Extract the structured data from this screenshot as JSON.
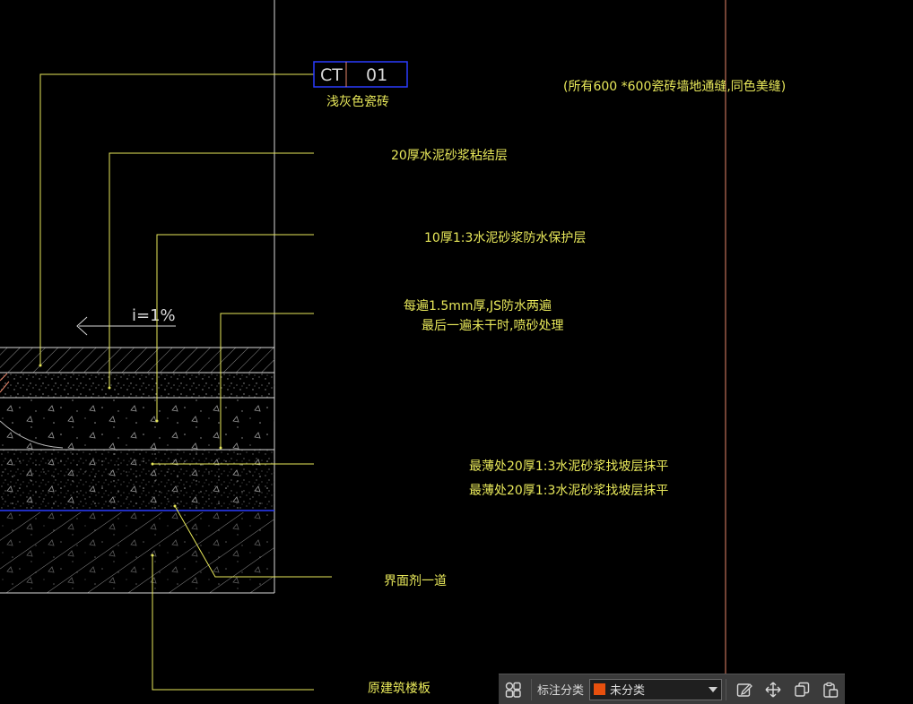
{
  "drawing": {
    "tag": {
      "code": "CT",
      "number": "01"
    },
    "labels": {
      "tile_name": "浅灰色瓷砖",
      "tile_note": "(所有600 *600瓷砖墙地通缝,同色美缝)",
      "layer1": "20厚水泥砂浆粘结层",
      "layer2": "10厚1:3水泥砂浆防水保护层",
      "layer3_line1": "每遍1.5mm厚,JS防水两遍",
      "layer3_line2": "最后一遍未干时,喷砂处理",
      "layer4": "最薄处20厚1:3水泥砂浆找坡层抹平",
      "layer5": "最薄处20厚1:3水泥砂浆找坡层抹平",
      "layer6": "界面剂一道",
      "layer7": "原建筑楼板",
      "slope": "i=1%"
    },
    "colors": {
      "text": "#e8e85a",
      "tag_box": "#2a3cff",
      "ref_line": "#e9866a",
      "floor_line": "#2a3cff"
    }
  },
  "toolbar": {
    "icons": {
      "grid": "grid-icon",
      "edit": "edit-icon",
      "move": "move-icon",
      "copy": "copy-icon",
      "paste": "paste-icon"
    },
    "category_label": "标注分类",
    "category_value": "未分类",
    "swatch_color": "#e8500e"
  }
}
